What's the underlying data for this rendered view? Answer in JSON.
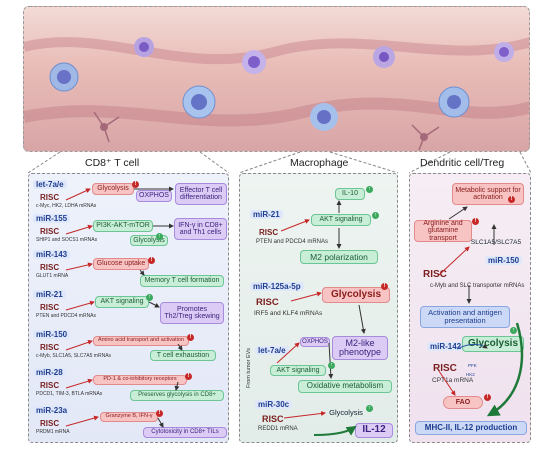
{
  "columns": {
    "t_cell": "CD8⁺ T cell",
    "macrophage": "Macrophage",
    "dendritic": "Dendritic cell/Treg"
  },
  "tcell": {
    "mirnas": [
      "let-7a/e",
      "miR-155",
      "miR-143",
      "miR-21",
      "miR-150",
      "miR-28",
      "miR-23a"
    ],
    "risc": "RISC",
    "targets": [
      "c-Myc, HK2, LDHA mRNAs",
      "SHIP1 and SOCS1 mRNAs",
      "GLUT1 mRNA",
      "PTEN and PDCD4 mRNAs",
      "c-Myb, SLC1A5, SLC7A5 mRNAs",
      "PDCD1, TIM-3, BTLA mRNAs",
      "PRDM1 mRNA"
    ],
    "glycolysis": "Glycolysis",
    "oxphos": "OXPHOS",
    "effector": "Effector T cell differentiation",
    "pi3k": "PI3K-AKT-mTOR",
    "ifn": "IFN-γ in CD8+ and Th1 cells",
    "glycolysis2": "Glycolysis",
    "glucose_uptake": "Glucose uptake",
    "memory": "Memory T cell formation",
    "akt": "AKT signaling",
    "promotes": "Promotes Th2/Treg skewing",
    "amino": "Amino acid transport and activation",
    "exhaustion": "T cell exhaustion",
    "pd1": "PD-1 & co-inhibitory receptors",
    "preserves": "Preserves glycolysis in CD8+",
    "granzyme": "Granzyme B, IFN-γ",
    "cytotox": "Cytotoxicity in CD8+ TILs"
  },
  "mac": {
    "mirnas": [
      "miR-21",
      "miR-125a-5p",
      "let-7a/e",
      "miR-30c"
    ],
    "risc": "RISC",
    "targets": [
      "PTEN and PDCD4 mRNAs",
      "IRF5 and KLF4 mRNAs",
      "REDD1 mRNA"
    ],
    "il10": "IL-10",
    "akt": "AKT signaling",
    "m2pol": "M2 polarization",
    "glycolysis": "Glycolysis",
    "m2like": "M2-like phenotype",
    "oxphos": "OXPHOS",
    "akt2": "AKT signaling",
    "oxidative": "Oxidative metabolism",
    "glycolysis3": "Glycolysis",
    "il12": "IL-12",
    "from_tumor": "From tumor EVs"
  },
  "dc": {
    "metabolic": "Metabolic support for activation",
    "arginine": "Arginine and glutamine transport",
    "slc": "SLC1A5/SLC7A5",
    "mir150": "miR-150",
    "risc": "RISC",
    "cmyb": "c-Myb and SLC transporter mRNAs",
    "activation": "Activation and antigen presentation",
    "mir142": "miR-142",
    "glycolysis": "Glycolysis",
    "risc2": "RISC",
    "cpt1a": "CPT1a mRNA",
    "pfk": "PFK",
    "hk2": "HK2",
    "fao": "FAO",
    "mhc": "MHC-II, IL-12 production"
  },
  "colors": {
    "red_box": "#f7c3c3",
    "green_box": "#c9eed8",
    "blue_box": "#cbd9f7",
    "purple_box": "#dccbf4",
    "up_badge": "#3aa95d",
    "down_badge": "#c62828"
  }
}
